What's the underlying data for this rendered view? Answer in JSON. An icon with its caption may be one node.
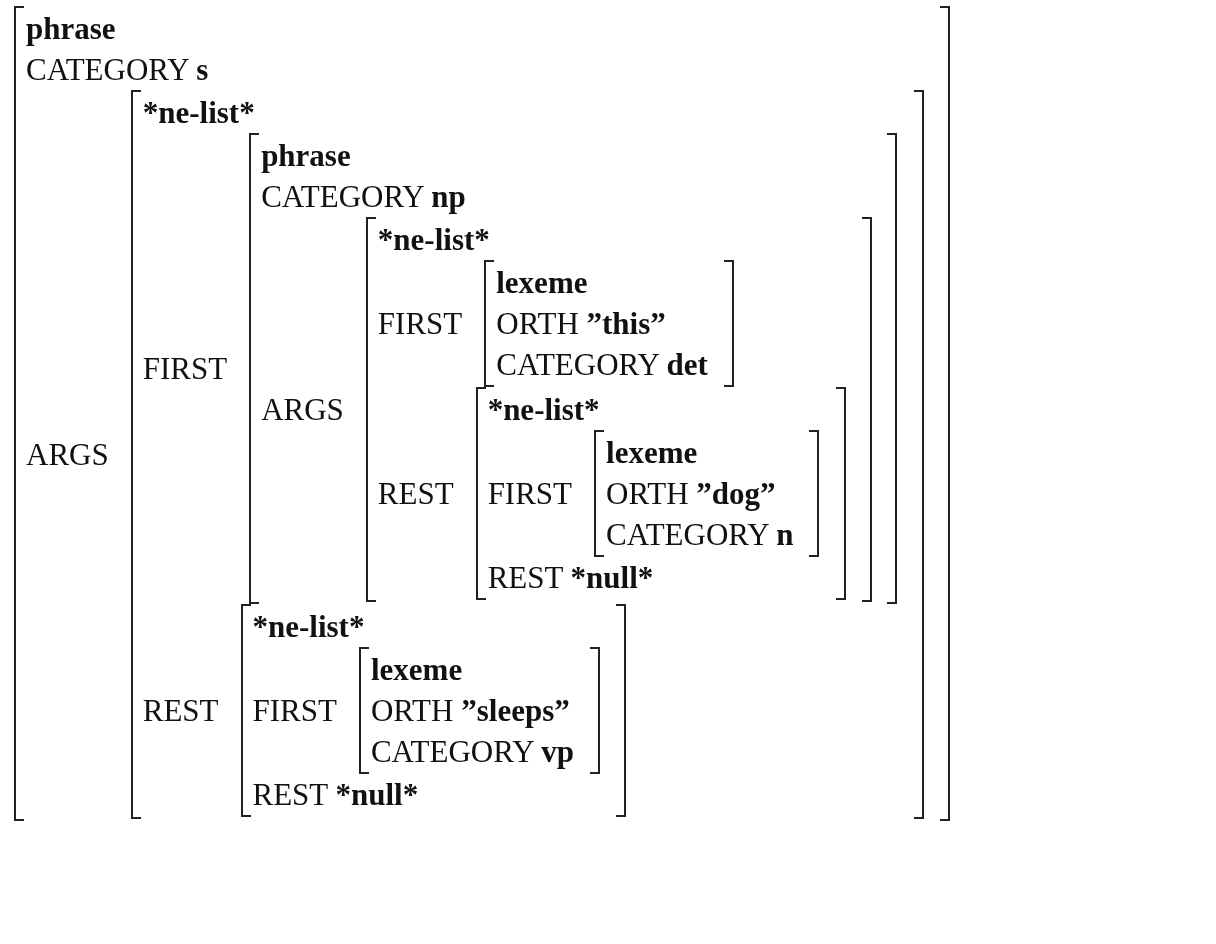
{
  "diagram": {
    "nodes": [
      {
        "text": [
          "phrase",
          "CATEGORY s",
          "ARGS"
        ]
      },
      {
        "text": [
          "*ne-list*",
          "FIRST",
          "REST"
        ],
        "in": 0
      },
      {
        "text": [
          "phrase",
          "CATEGORY np",
          "ARGS"
        ],
        "in": 1
      },
      {
        "text": [
          "*ne-list*",
          "FIRST",
          "REST"
        ],
        "in": 2
      },
      {
        "text": [
          "lexeme",
          "ORTH ”this”",
          "CATEGORY det"
        ],
        "in": 3
      },
      {
        "text": [
          "*ne-list*",
          "FIRST",
          "REST *null*"
        ],
        "in": 3
      },
      {
        "text": [
          "lexeme",
          "ORTH ”dog”",
          "CATEGORY n"
        ],
        "in": 5
      },
      {
        "text": [
          "*ne-list*",
          "FIRST",
          "REST *null*"
        ],
        "in": 1
      },
      {
        "text": [
          "lexeme",
          "ORTH ”sleeps”",
          "CATEGORY vp"
        ],
        "in": 7
      }
    ],
    "edges": []
  }
}
